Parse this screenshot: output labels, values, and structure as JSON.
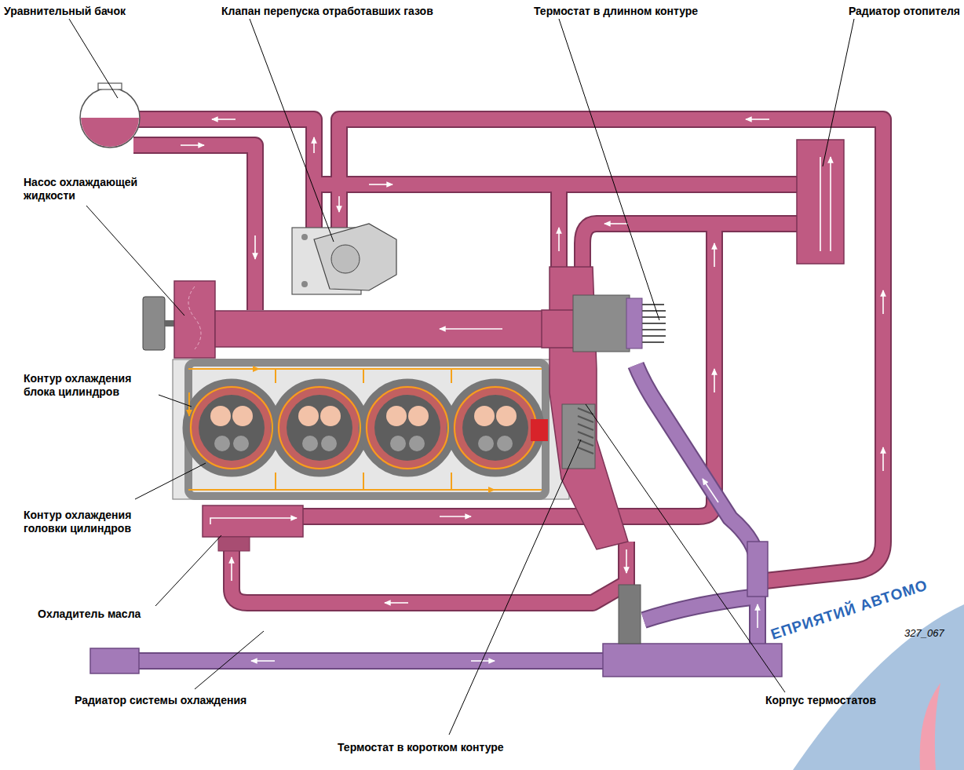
{
  "diagram": {
    "labels": [
      "Уравнительный бачок",
      "Клапан перепуска отработавших газов",
      "Термостат в длинном контуре",
      "Радиатор отопителя",
      "Насос охлаждающей жидкости",
      "Контур охлаждения блока цилиндров",
      "Контур охлаждения головки цилиндров",
      "Охладитель масла",
      "Радиатор системы охлаждения",
      "Термостат в коротком контуре",
      "Корпус термостатов",
      "327_067",
      "ЕПРИЯТИЙ АВТОМО"
    ]
  }
}
